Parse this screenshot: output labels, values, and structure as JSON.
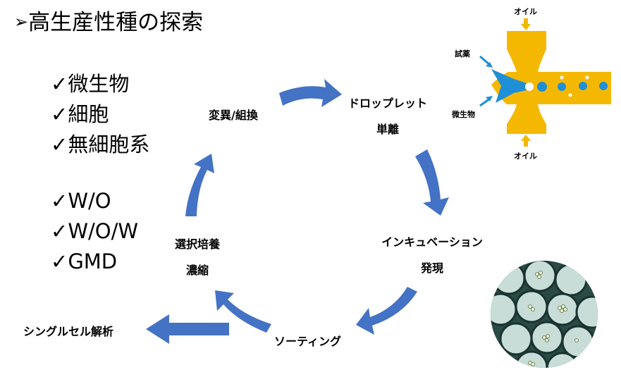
{
  "title": "高生産性種の探索",
  "organisms": [
    "微生物",
    "細胞",
    "無細胞系"
  ],
  "emulsions": [
    "W/O",
    "W/O/W",
    "GMD"
  ],
  "cycle": {
    "droplet": [
      "ドロップレット",
      "単離"
    ],
    "incubation": [
      "インキュベーション",
      "発現"
    ],
    "sorting": "ソーティング",
    "selection": [
      "選択培養",
      "濃縮"
    ],
    "mutation": "変異/組換",
    "single_cell": "シングルセル解析"
  },
  "chip": {
    "oil_top": "オイル",
    "oil_bottom": "オイル",
    "reagent": "試薬",
    "microbe": "微生物"
  },
  "colors": {
    "arrow": "#4472c4",
    "chip_channel": "#f5b800",
    "chip_drop": "#1f8fd8"
  }
}
